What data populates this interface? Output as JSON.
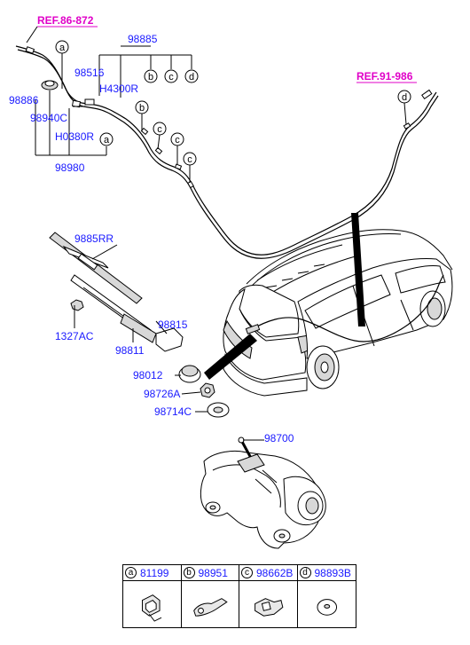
{
  "references": {
    "ref_top_left": "REF.86-872",
    "ref_top_right": "REF.91-986"
  },
  "part_numbers": {
    "p98885": "98885",
    "p98516": "98516",
    "pH4300R": "H4300R",
    "p98886": "98886",
    "p98940C": "98940C",
    "pH0380R": "H0380R",
    "p98980": "98980",
    "p9885RR": "9885RR",
    "p98815": "98815",
    "p1327AC": "1327AC",
    "p98811": "98811",
    "p98012": "98012",
    "p98726A": "98726A",
    "p98714C": "98714C",
    "p98700": "98700"
  },
  "callouts": {
    "a": "a",
    "b": "b",
    "c": "c",
    "d": "d"
  },
  "legend": [
    {
      "letter": "a",
      "part": "81199"
    },
    {
      "letter": "b",
      "part": "98951"
    },
    {
      "letter": "c",
      "part": "98662B"
    },
    {
      "letter": "d",
      "part": "98893B"
    }
  ]
}
